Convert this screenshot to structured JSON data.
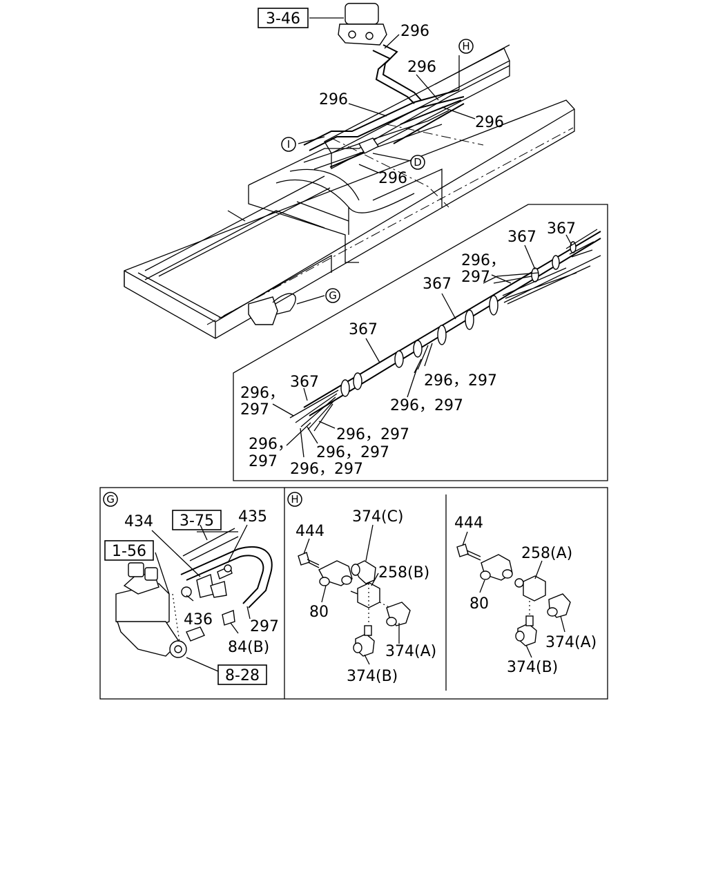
{
  "references": {
    "r346": "3-46",
    "r375": "3-75",
    "r156": "1-56",
    "r828": "8-28"
  },
  "markers": {
    "H": "H",
    "I": "I",
    "D": "D",
    "G": "G"
  },
  "top_labels": {
    "p296_a": "296",
    "p296_b": "296",
    "p296_c": "296",
    "p296_d": "296",
    "p296_e": "296"
  },
  "harness_labels": {
    "p367_a": "367",
    "p367_b": "367",
    "p367_c": "367",
    "p367_d": "367",
    "p367_e": "367",
    "p296_297_a1": "296，",
    "p296_297_a2": "297",
    "p296_297_b": "296，297",
    "p296_297_c": "296，297",
    "p296_297_d1": "296，",
    "p296_297_d2": "297",
    "p296_297_e1": "296，",
    "p296_297_e2": "297",
    "p296_297_f": "296，297",
    "p296_297_g": "296，297",
    "p296_297_h": "296，297"
  },
  "panel_g": {
    "marker": "G",
    "p434": "434",
    "p435": "435",
    "p436": "436",
    "p297": "297",
    "p84b": "84(B)"
  },
  "panel_h_left": {
    "marker": "H",
    "p444": "444",
    "p374c": "374(C)",
    "p258b": "258(B)",
    "p80": "80",
    "p374a": "374(A)",
    "p374b": "374(B)"
  },
  "panel_h_right": {
    "p444": "444",
    "p258a": "258(A)",
    "p80": "80",
    "p374a": "374(A)",
    "p374b": "374(B)"
  }
}
